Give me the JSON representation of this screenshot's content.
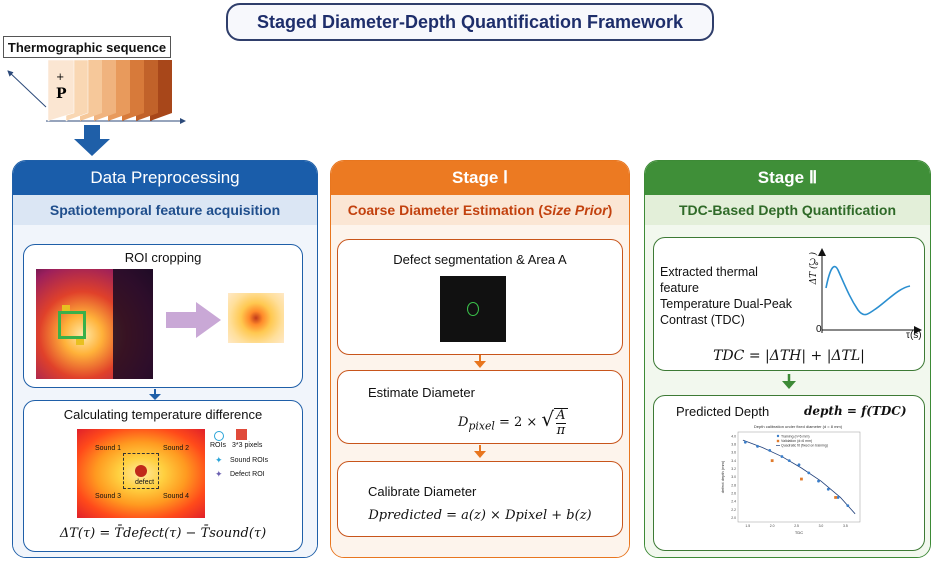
{
  "title": "Staged Diameter-Depth Quantification Framework",
  "sequence": {
    "label": "Thermographic sequence",
    "marker_plus": "+",
    "marker_p": "P"
  },
  "preprocessing": {
    "header": "Data Preprocessing",
    "subheader": "Spatiotemporal feature acquisition",
    "roi_title": "ROI cropping",
    "tempdiff_title": "Calculating temperature difference",
    "sound_labels": [
      "Sound 1",
      "Sound 2",
      "Sound 3",
      "Sound 4"
    ],
    "defect_label": "defect",
    "legend": {
      "rois": "ROIs",
      "pixels": "3*3 pixels",
      "sound": "Sound ROIs",
      "defect": "Defect ROI"
    },
    "formula": "ΔT(τ) = T̄defect(τ) − T̄sound(τ)"
  },
  "stage1": {
    "header": "Stage Ⅰ",
    "subheader_main": "Coarse Diameter Estimation (",
    "subheader_em": "Size Prior",
    "subheader_end": ")",
    "seg_title": "Defect segmentation & Area A",
    "est_title": "Estimate Diameter",
    "est_formula_lhs": "D",
    "est_formula_sub": "pixel",
    "est_formula_mid": "= 2 ×",
    "est_formula_num": "A",
    "est_formula_den": "π",
    "cal_title": "Calibrate Diameter",
    "cal_formula": "Dpredicted = a(z) × Dpixel + b(z)"
  },
  "stage2": {
    "header": "Stage Ⅱ",
    "subheader": "TDC-Based Depth Quantification",
    "feature_text": [
      "Extracted thermal",
      "feature",
      "Temperature Dual-Peak",
      "Contrast (TDC)"
    ],
    "plot_ylabel": "ΔT (℃)",
    "plot_xlabel": "τ(s)",
    "plot_origin": "0",
    "tdc_formula": "TDC = |ΔTH| + |ΔTL|",
    "pred_title": "Predicted Depth",
    "depth_formula": "depth = f(TDC)",
    "chart_title": "Depth calibration under fixed diameter (d = 8 mm)",
    "chart_legend": [
      "Training (n=6 mm)",
      "Validation (d=6 mm)",
      "Quadratic fit (fixed on training)"
    ],
    "chart_xlabel": "TDC",
    "chart_ylabel": "defect depth (mm)",
    "chart_yticks": [
      "4.0",
      "3.8",
      "3.6",
      "3.4",
      "3.2",
      "3.0",
      "2.8",
      "2.6",
      "2.4",
      "2.2",
      "2.0"
    ],
    "chart_xticks": [
      "1.5",
      "2.0",
      "2.5",
      "3.0",
      "3.5"
    ]
  },
  "chart_data": {
    "type": "scatter",
    "title": "Depth calibration under fixed diameter (d = 8 mm)",
    "xlabel": "TDC",
    "ylabel": "defect depth (mm)",
    "xlim": [
      1.3,
      3.8
    ],
    "ylim": [
      1.9,
      4.1
    ],
    "series": [
      {
        "name": "Training (n=6 mm)",
        "x": [
          1.45,
          1.7,
          1.95,
          2.2,
          2.35,
          2.55,
          2.75,
          2.95,
          3.15,
          3.35,
          3.55
        ],
        "y": [
          3.85,
          3.75,
          3.65,
          3.5,
          3.4,
          3.3,
          3.1,
          2.9,
          2.7,
          2.5,
          2.3
        ]
      },
      {
        "name": "Validation (d=6 mm)",
        "x": [
          2.0,
          2.6,
          3.3
        ],
        "y": [
          3.4,
          2.95,
          2.5
        ]
      },
      {
        "name": "Quadratic fit (fixed on training)",
        "x": [
          1.4,
          1.8,
          2.2,
          2.6,
          3.0,
          3.4,
          3.7
        ],
        "y": [
          3.9,
          3.72,
          3.5,
          3.22,
          2.9,
          2.5,
          2.1
        ]
      }
    ],
    "colors": {
      "training": "#3b7ec9",
      "validation": "#e07b2c",
      "fit": "#1f3f7a"
    }
  },
  "colors": {
    "blue": "#1f5fa8",
    "orange": "#e8761f",
    "green": "#3d8a36"
  }
}
